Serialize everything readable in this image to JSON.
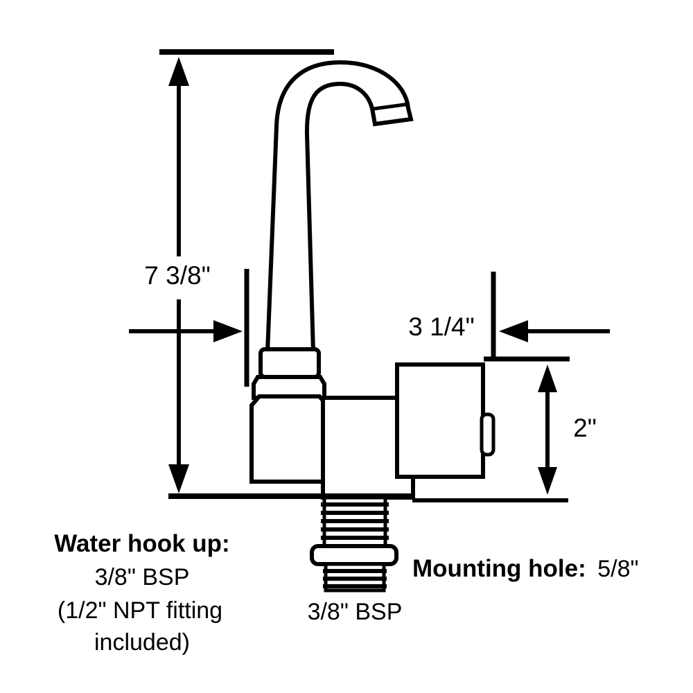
{
  "diagram": {
    "title": "faucet-dimension-diagram",
    "dimensions": {
      "overall_height": "7 3/8\"",
      "overall_width": "3 1/4\"",
      "valve_body_height": "2\""
    },
    "labels": {
      "water_hookup_title": "Water hook up:",
      "water_hookup_spec": "3/8\" BSP",
      "water_hookup_note1": "(1/2\" NPT fitting",
      "water_hookup_note2": "included)",
      "stem_thread": "3/8\" BSP",
      "mounting_hole_label": "Mounting hole:",
      "mounting_hole_value": "5/8\""
    },
    "colors": {
      "line": "#000000",
      "background": "#ffffff"
    }
  }
}
